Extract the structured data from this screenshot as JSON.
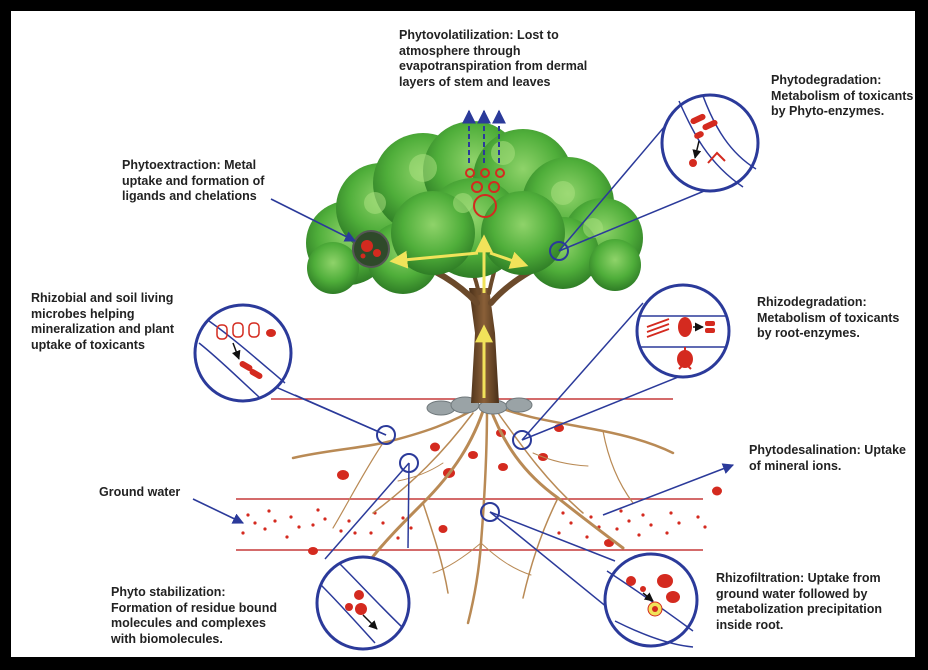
{
  "labels": {
    "phytovolatilization": [
      "Phytovolatilization: Lost to",
      "atmosphere through",
      "evapotranspiration from dermal",
      "layers of stem and leaves"
    ],
    "phytoextraction": [
      "Phytoextraction: Metal",
      "uptake and formation of",
      "ligands and chelations"
    ],
    "phytodegradation": [
      "Phytodegradation:",
      "Metabolism of toxicants",
      "by Phyto-enzymes."
    ],
    "rhizobial": [
      "Rhizobial and soil living",
      "microbes helping",
      "mineralization and plant",
      "uptake of toxicants"
    ],
    "rhizodegradation": [
      "Rhizodegradation:",
      "Metabolism of toxicants",
      "by root-enzymes."
    ],
    "phytodesalination": [
      "Phytodesalination: Uptake",
      "of mineral ions."
    ],
    "ground_water": [
      "Ground water"
    ],
    "phytostabilization": [
      "Phyto stabilization:",
      "Formation of residue bound",
      "molecules and complexes",
      "with biomolecules."
    ],
    "rhizofiltration": [
      "Rhizofiltration: Uptake from",
      "ground water followed by",
      "metabolization precipitation",
      "inside root."
    ]
  },
  "colors": {
    "arrow_blue": "#2b3a9a",
    "toxicant_red": "#d42a1f",
    "foliage_green": "#4fae3a",
    "trunk_brown": "#6b4a2b",
    "root_tan": "#b98a55",
    "flow_yellow": "#f1e35a"
  }
}
